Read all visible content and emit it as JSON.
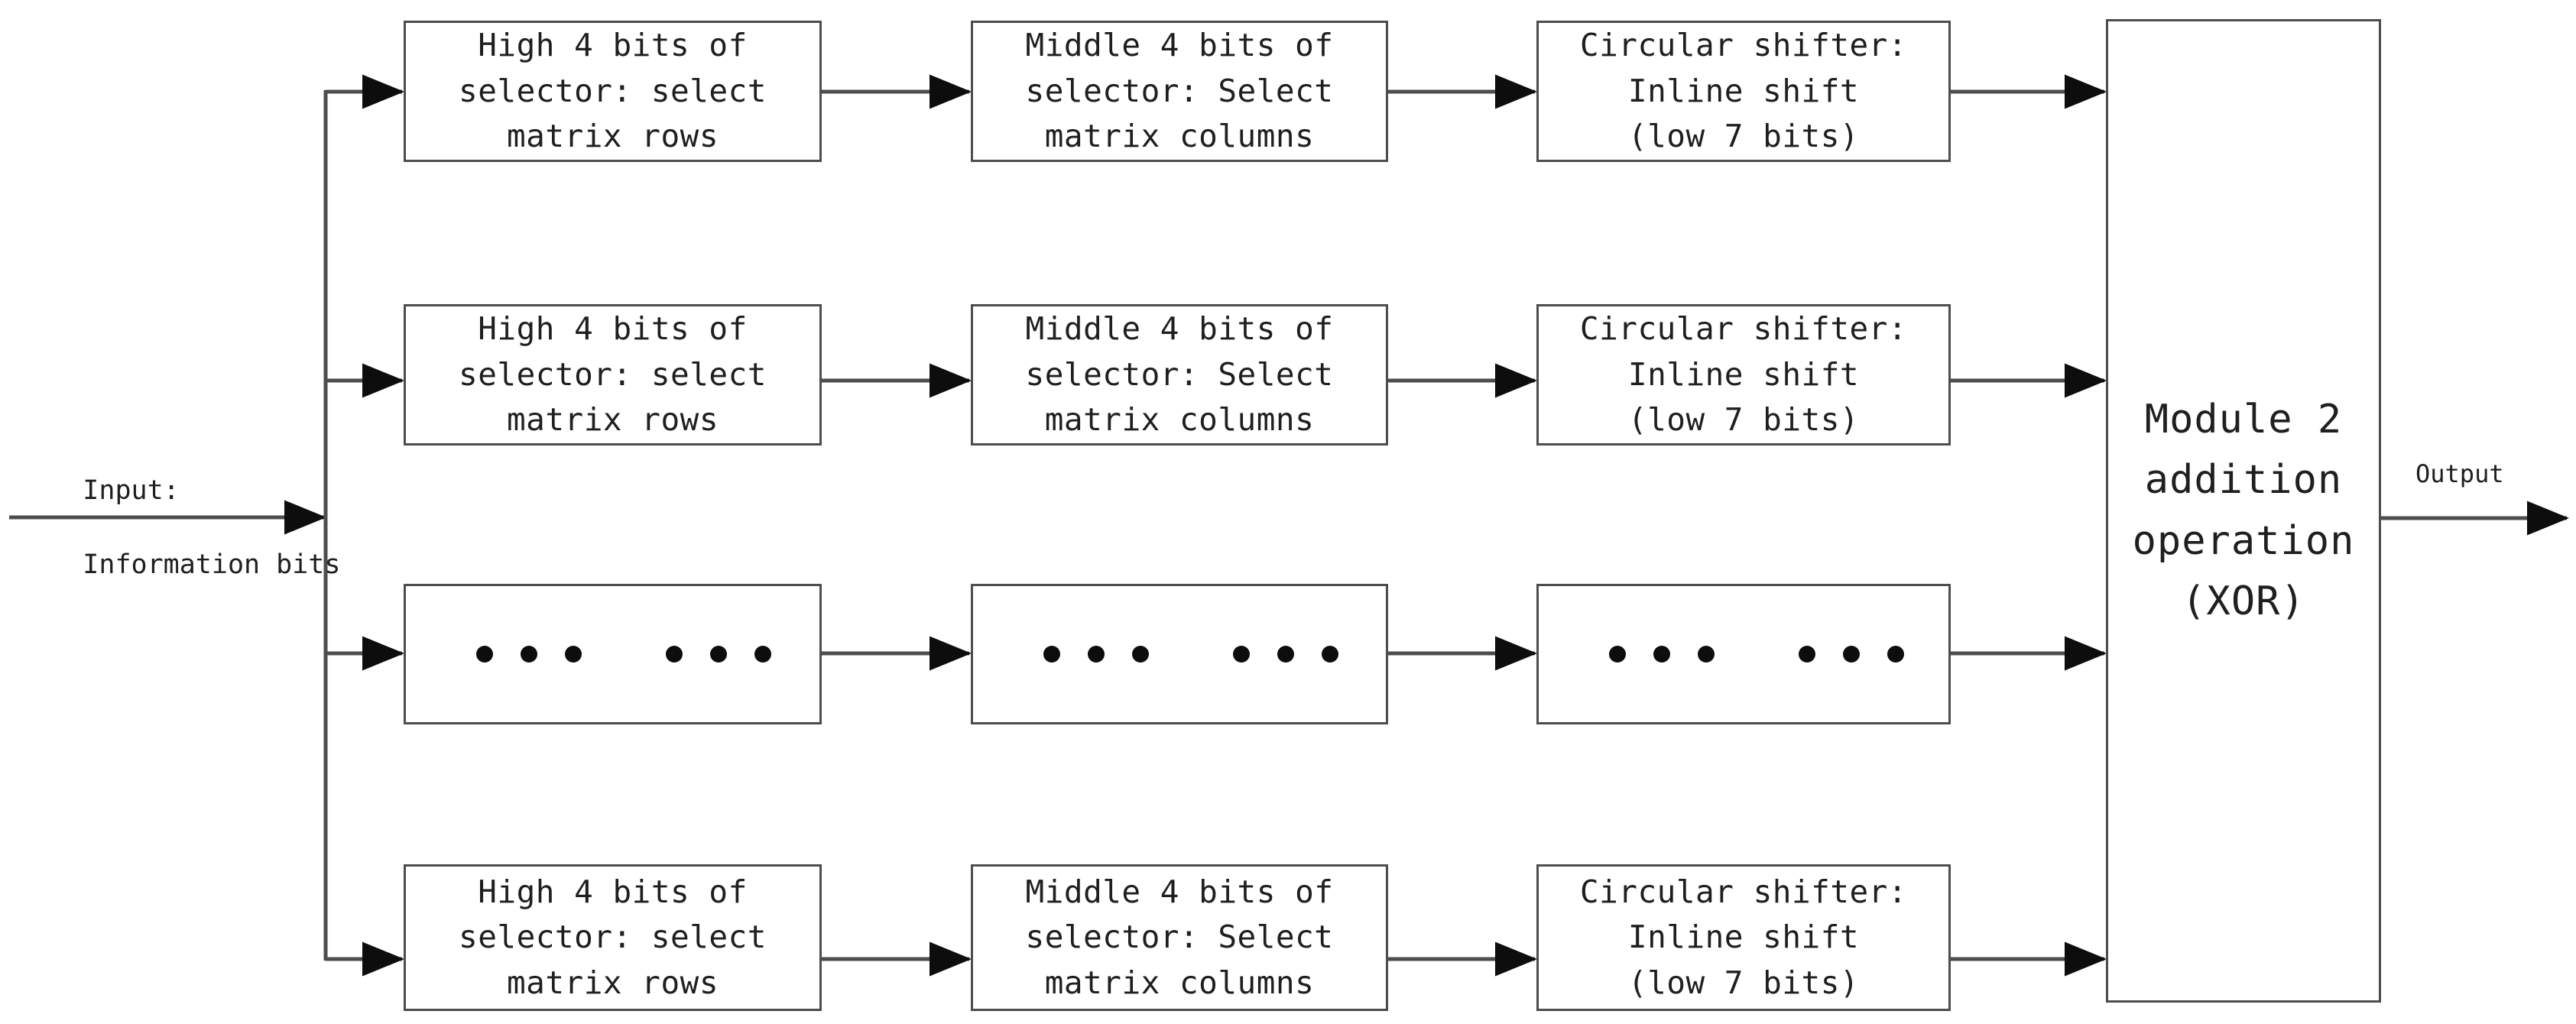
{
  "diagram": {
    "title": "Module 2 addition (XOR) pipeline block diagram",
    "stroke_color": "#4d4d4d",
    "text_color": "#1f1f1f",
    "background": "#ffffff",
    "input": {
      "label_line1": "Input:",
      "label_line2": "Information bits"
    },
    "output": {
      "label": "Output"
    },
    "stage_headers": {
      "col1": "High 4 bits of selector: select matrix rows",
      "col2": "Middle 4 bits of selector: Select matrix columns",
      "col3": "Circular shifter: Inline shift (low 7 bits)"
    },
    "rows": [
      {
        "row_id": "row-1",
        "kind": "text",
        "cells": [
          {
            "lines": [
              "High 4 bits of",
              "selector: select",
              "matrix rows"
            ]
          },
          {
            "lines": [
              "Middle 4 bits of",
              "selector: Select",
              "matrix columns"
            ]
          },
          {
            "lines": [
              "Circular shifter:",
              "Inline shift",
              "(low 7 bits)"
            ]
          }
        ]
      },
      {
        "row_id": "row-2",
        "kind": "text",
        "cells": [
          {
            "lines": [
              "High 4 bits of",
              "selector: select",
              "matrix rows"
            ]
          },
          {
            "lines": [
              "Middle 4 bits of",
              "selector: Select",
              "matrix columns"
            ]
          },
          {
            "lines": [
              "Circular shifter:",
              "Inline shift",
              "(low 7 bits)"
            ]
          }
        ]
      },
      {
        "row_id": "row-3",
        "kind": "ellipsis",
        "dot_pattern": "3 dots, gap, 3 dots",
        "cells": [
          {
            "lines": []
          },
          {
            "lines": []
          },
          {
            "lines": []
          }
        ]
      },
      {
        "row_id": "row-4",
        "kind": "text",
        "cells": [
          {
            "lines": [
              "High 4 bits of",
              "selector: select",
              "matrix rows"
            ]
          },
          {
            "lines": [
              "Middle 4 bits of",
              "selector: Select",
              "matrix columns"
            ]
          },
          {
            "lines": [
              "Circular shifter:",
              "Inline shift",
              "(low 7 bits)"
            ]
          }
        ]
      }
    ],
    "combiner": {
      "lines": [
        "Module 2",
        "addition",
        "operation",
        "(XOR)"
      ]
    }
  }
}
